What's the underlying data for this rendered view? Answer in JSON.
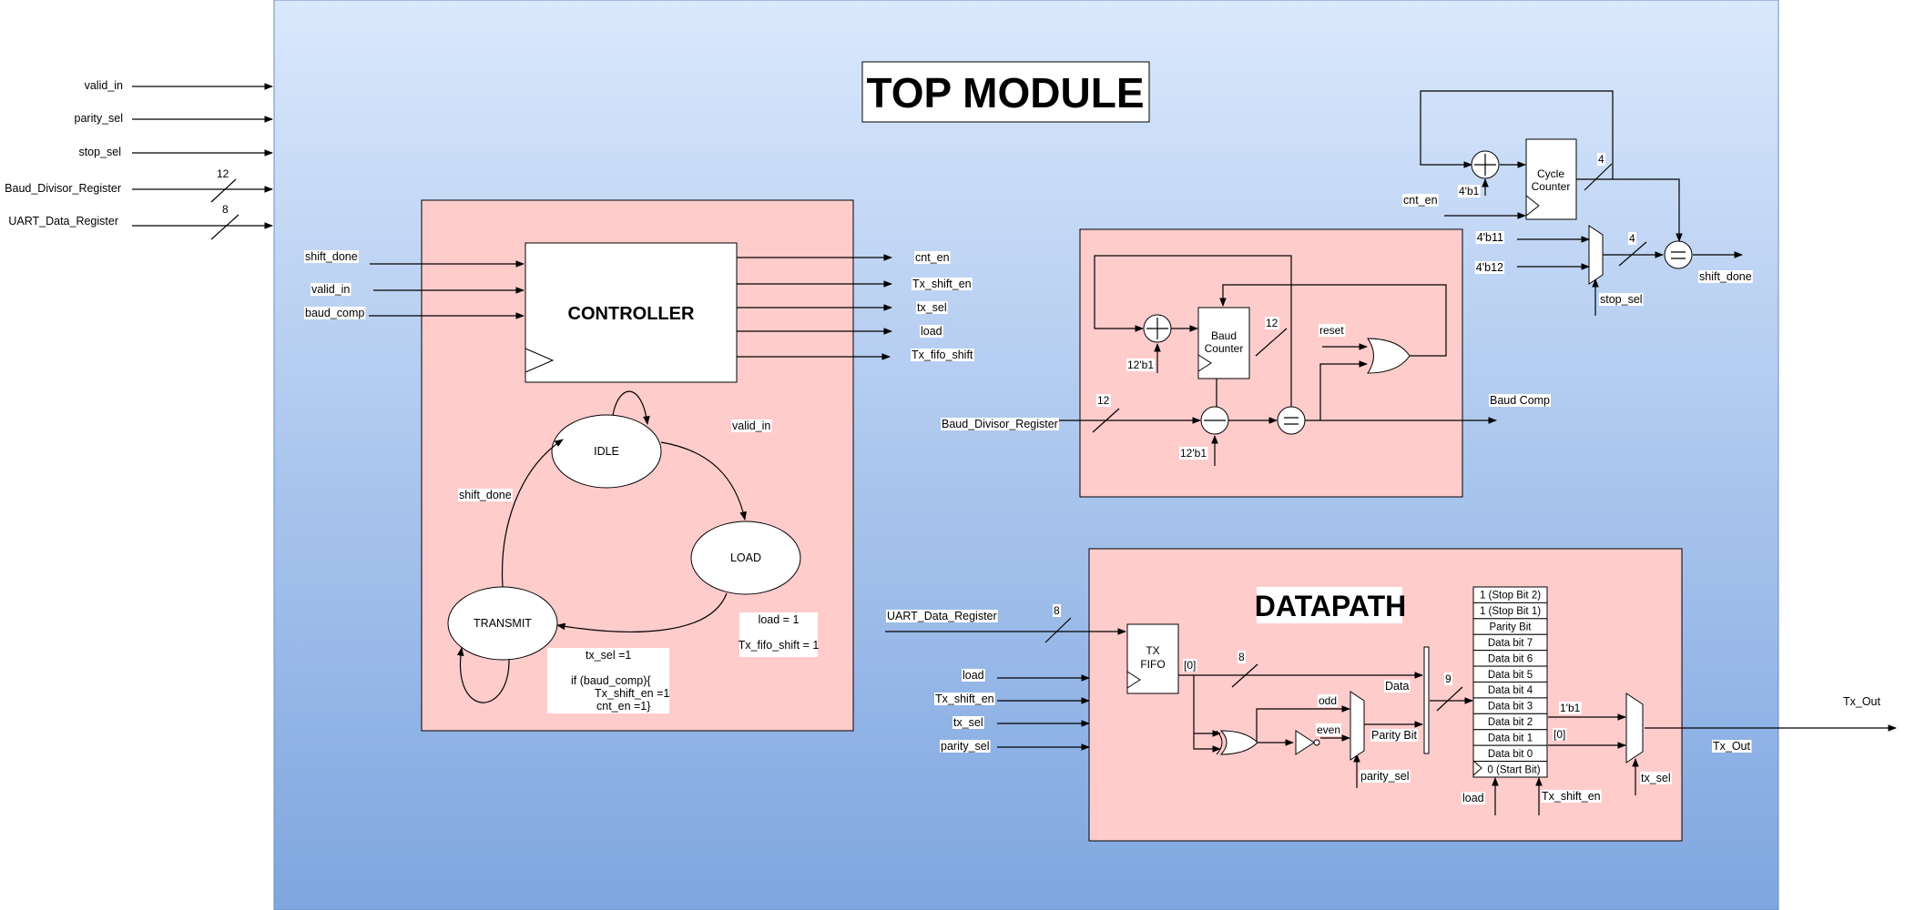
{
  "title": "TOP MODULE",
  "top_inputs": [
    {
      "label": "valid_in",
      "width": ""
    },
    {
      "label": "parity_sel",
      "width": ""
    },
    {
      "label": "stop_sel",
      "width": ""
    },
    {
      "label": "Baud_Divisor_Register",
      "width": "12"
    },
    {
      "label": "UART_Data_Register",
      "width": "8"
    }
  ],
  "controller": {
    "title": "CONTROLLER",
    "inputs": [
      "shift_done",
      "valid_in",
      "baud_comp"
    ],
    "outputs": [
      "cnt_en",
      "Tx_shift_en",
      "tx_sel",
      "load",
      "Tx_fifo_shift"
    ],
    "states": {
      "idle": "IDLE",
      "load": "LOAD",
      "transmit": "TRANSMIT"
    },
    "transitions": {
      "idle_to_load": "valid_in",
      "transmit_to_idle": "shift_done"
    },
    "load_actions": [
      "load = 1",
      "Tx_fifo_shift = 1"
    ],
    "transmit_actions": [
      "tx_sel =1",
      "if (baud_comp){",
      "Tx_shift_en =1",
      "cnt_en =1}"
    ]
  },
  "cycle_counter": {
    "block": [
      "Cycle",
      "Counter"
    ],
    "increment": "4'b1",
    "enable": "cnt_en",
    "counter_width": "4",
    "mux_inputs": [
      "4'b11",
      "4'b12"
    ],
    "mux_width": "4",
    "mux_select": "stop_sel",
    "output": "shift_done"
  },
  "baud_gen": {
    "block": [
      "Baud",
      "Counter"
    ],
    "increment": "12'b1",
    "counter_width": "12",
    "reset": "reset",
    "input": "Baud_Divisor_Register",
    "input_width": "12",
    "decrement": "12'b1",
    "output": "Baud Comp"
  },
  "datapath": {
    "title": "DATAPATH",
    "input_data": "UART_Data_Register",
    "input_width": "8",
    "inputs": [
      "load",
      "Tx_shift_en",
      "tx_sel",
      "parity_sel"
    ],
    "fifo": [
      "TX",
      "FIFO"
    ],
    "fifo_bit": "[0]",
    "data_width": "8",
    "data_label": "Data",
    "parity_inputs": [
      "odd",
      "even"
    ],
    "parity_label": "Parity Bit",
    "parity_sel": "parity_sel",
    "bus_width": "9",
    "shift_register": [
      "1 (Stop Bit 2)",
      "1 (Stop Bit 1)",
      "Parity Bit",
      "Data bit 7",
      "Data bit 6",
      "Data bit 5",
      "Data bit 4",
      "Data bit 3",
      "Data bit 2",
      "Data bit 1",
      "Data bit 0",
      "0 (Start Bit)"
    ],
    "shift_controls": [
      "load",
      "Tx_shift_en"
    ],
    "mux_inputs": [
      "1'b1",
      "[0]"
    ],
    "mux_select": "tx_sel",
    "output_inner": "Tx_Out",
    "output": "Tx_Out"
  },
  "colors": {
    "module_top": "#dae8fc",
    "module_bottom": "#7ea6e0",
    "block_fill": "#ffcccc",
    "stroke": "#000000"
  }
}
